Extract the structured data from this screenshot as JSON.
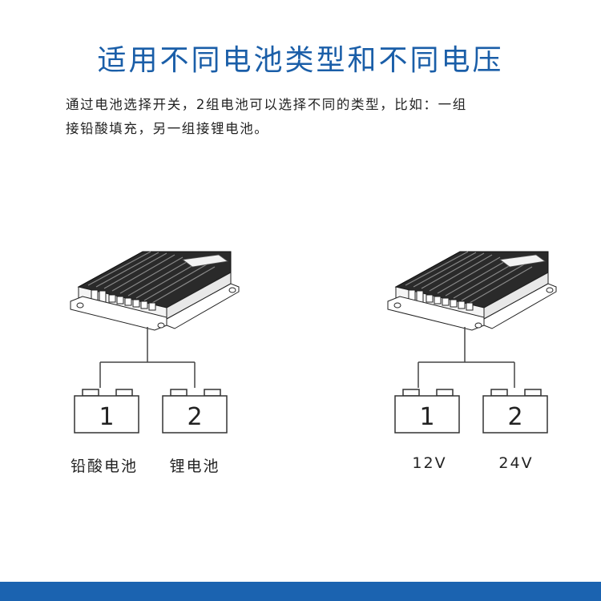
{
  "title": "适用不同电池类型和不同电压",
  "description": {
    "line1": "通过电池选择开关，2组电池可以选择不同的类型，比如：一组",
    "line2": "接铅酸填充，另一组接锂电池。"
  },
  "left_group": {
    "battery1_number": "1",
    "battery2_number": "2",
    "battery1_label": "铅酸电池",
    "battery2_label": "锂电池"
  },
  "right_group": {
    "battery1_number": "1",
    "battery2_number": "2",
    "battery1_label": "12V",
    "battery2_label": "24V"
  },
  "colors": {
    "title": "#1a5ea8",
    "footer": "#1b63b0"
  }
}
